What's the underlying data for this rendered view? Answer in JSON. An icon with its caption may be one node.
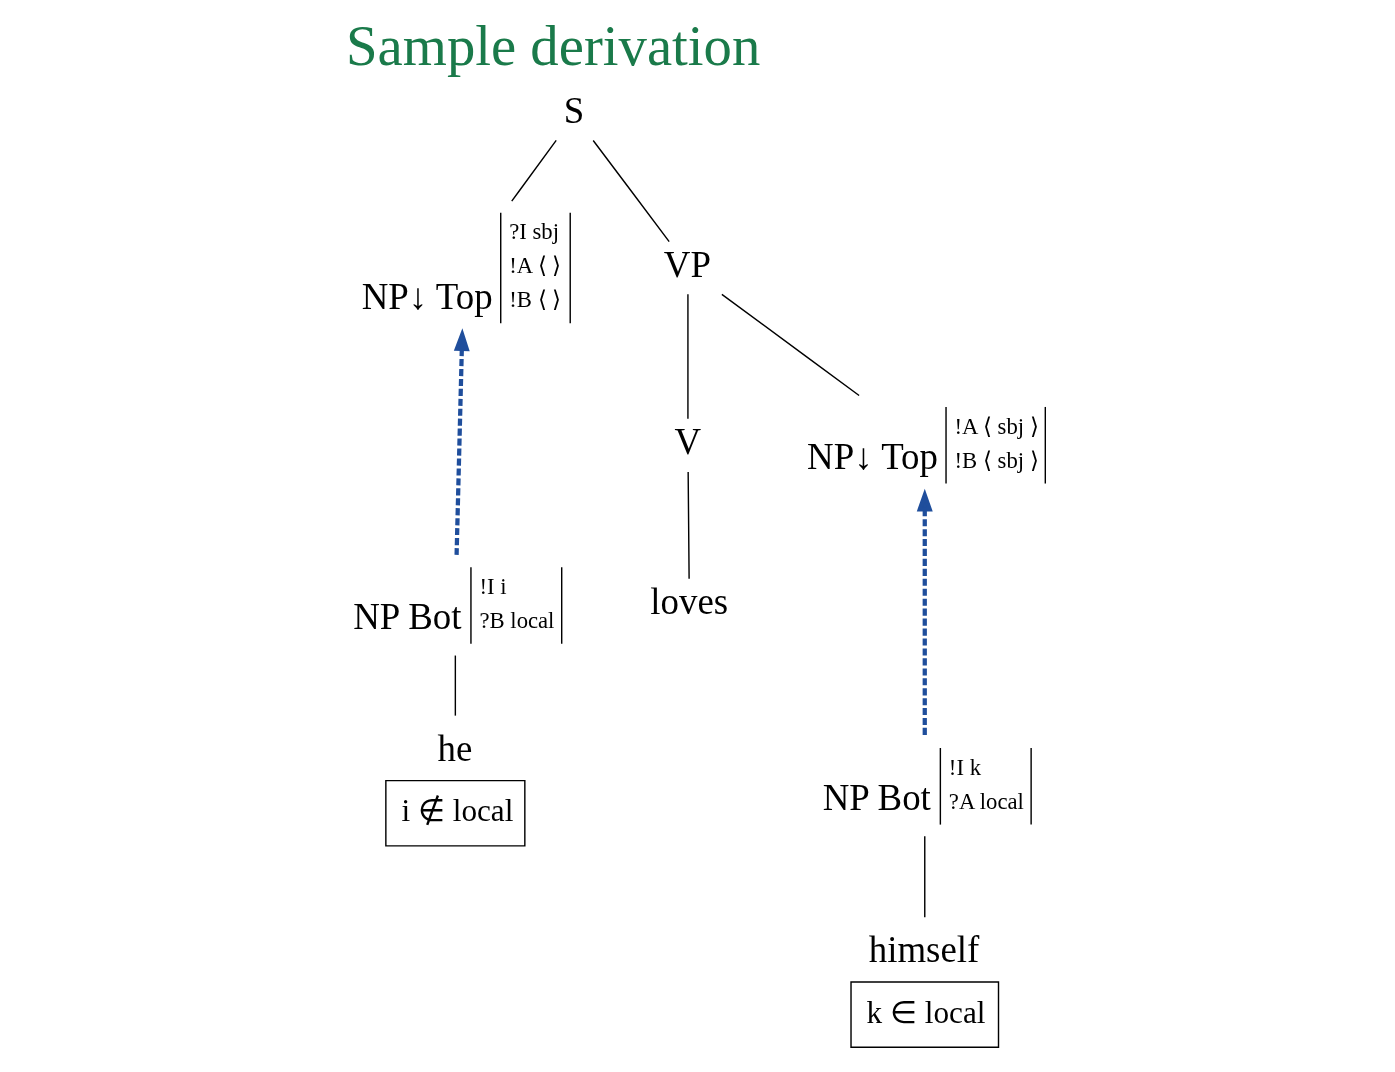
{
  "diagram": {
    "title": "Sample derivation",
    "nodes": [
      {
        "text": [
          "S"
        ]
      },
      {
        "text": [
          "NP↓ Top",
          "?I sbj",
          "!A ⟨ ⟩",
          "!B ⟨ ⟩"
        ]
      },
      {
        "text": [
          "VP"
        ]
      },
      {
        "text": [
          "V"
        ]
      },
      {
        "text": [
          "loves"
        ]
      },
      {
        "text": [
          "NP↓ Top",
          "!A ⟨ sbj ⟩",
          "!B ⟨ sbj ⟩"
        ]
      },
      {
        "text": [
          "NP Bot",
          "!I i",
          "?B local"
        ]
      },
      {
        "text": [
          "he",
          "i ∉ local"
        ]
      },
      {
        "text": [
          "NP Bot",
          "!I k",
          "?A local"
        ]
      },
      {
        "text": [
          "himself",
          "k ∈ local"
        ]
      }
    ],
    "edges": [
      {
        "from": 0,
        "to": 1,
        "arrow": "none"
      },
      {
        "from": 0,
        "to": 2,
        "arrow": "none"
      },
      {
        "from": 2,
        "to": 3,
        "arrow": "none"
      },
      {
        "from": 2,
        "to": 5,
        "arrow": "none"
      },
      {
        "from": 3,
        "to": 4,
        "arrow": "none"
      },
      {
        "from": 6,
        "to": 7,
        "arrow": "none"
      },
      {
        "from": 8,
        "to": 9,
        "arrow": "none"
      },
      {
        "from": 6,
        "to": 1,
        "arrow": "to",
        "style": "dashed",
        "color": "#1f4e9c"
      },
      {
        "from": 8,
        "to": 5,
        "arrow": "to",
        "style": "dashed",
        "color": "#1f4e9c"
      }
    ]
  }
}
